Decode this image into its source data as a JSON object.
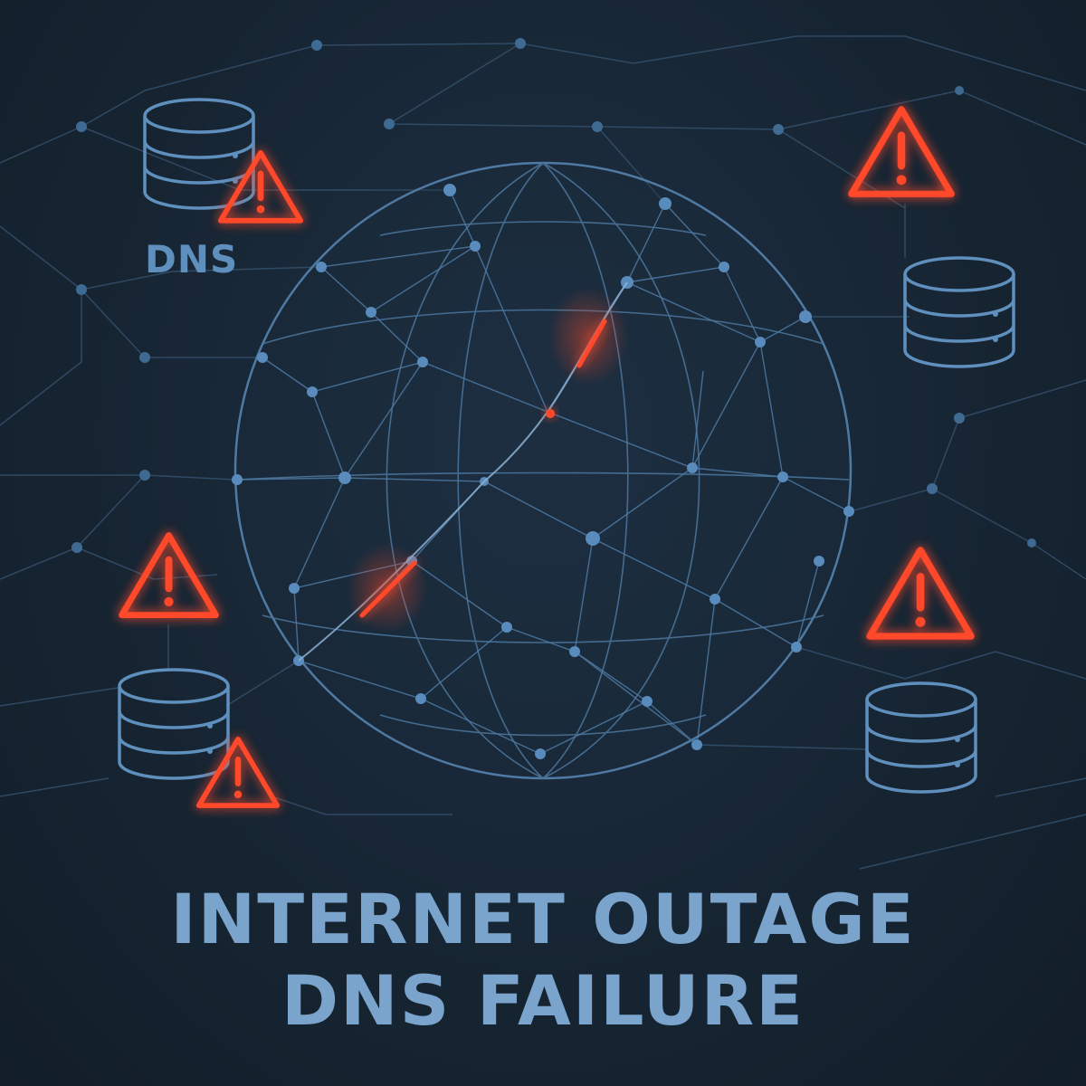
{
  "labels": {
    "dns": "DNS"
  },
  "headline": {
    "line1": "INTERNET OUTAGE",
    "line2": "DNS FAILURE"
  },
  "colors": {
    "background": "#16222f",
    "network": "#4f7aa3",
    "node": "#5a8bbd",
    "server": "#5f8fbd",
    "alert": "#ff4a2a",
    "text": "#7aa4cb"
  },
  "icons": {
    "server": "database-server-icon",
    "alert": "warning-triangle-icon"
  }
}
